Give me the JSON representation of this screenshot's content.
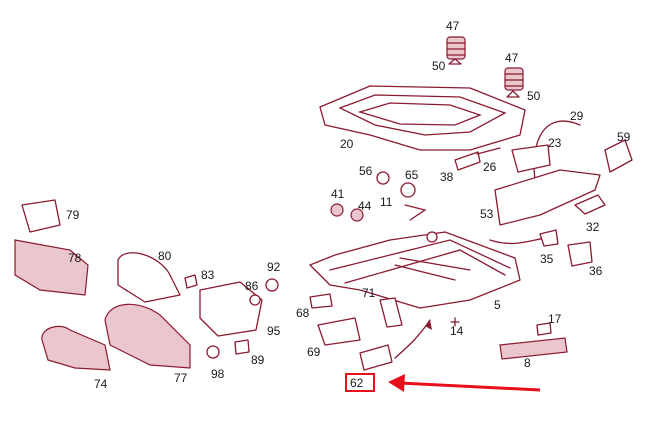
{
  "diagram": {
    "callouts": [
      "47",
      "50",
      "47",
      "50",
      "29",
      "59",
      "20",
      "23",
      "56",
      "65",
      "38",
      "26",
      "41",
      "11",
      "44",
      "79",
      "53",
      "32",
      "78",
      "80",
      "83",
      "92",
      "86",
      "35",
      "36",
      "71",
      "68",
      "95",
      "5",
      "14",
      "17",
      "69",
      "89",
      "98",
      "74",
      "77",
      "8"
    ],
    "highlighted_part": "62",
    "colors": {
      "line_art": "#8a1a30",
      "highlight": "#e8101c",
      "label_text": "#1a1a1a"
    }
  }
}
